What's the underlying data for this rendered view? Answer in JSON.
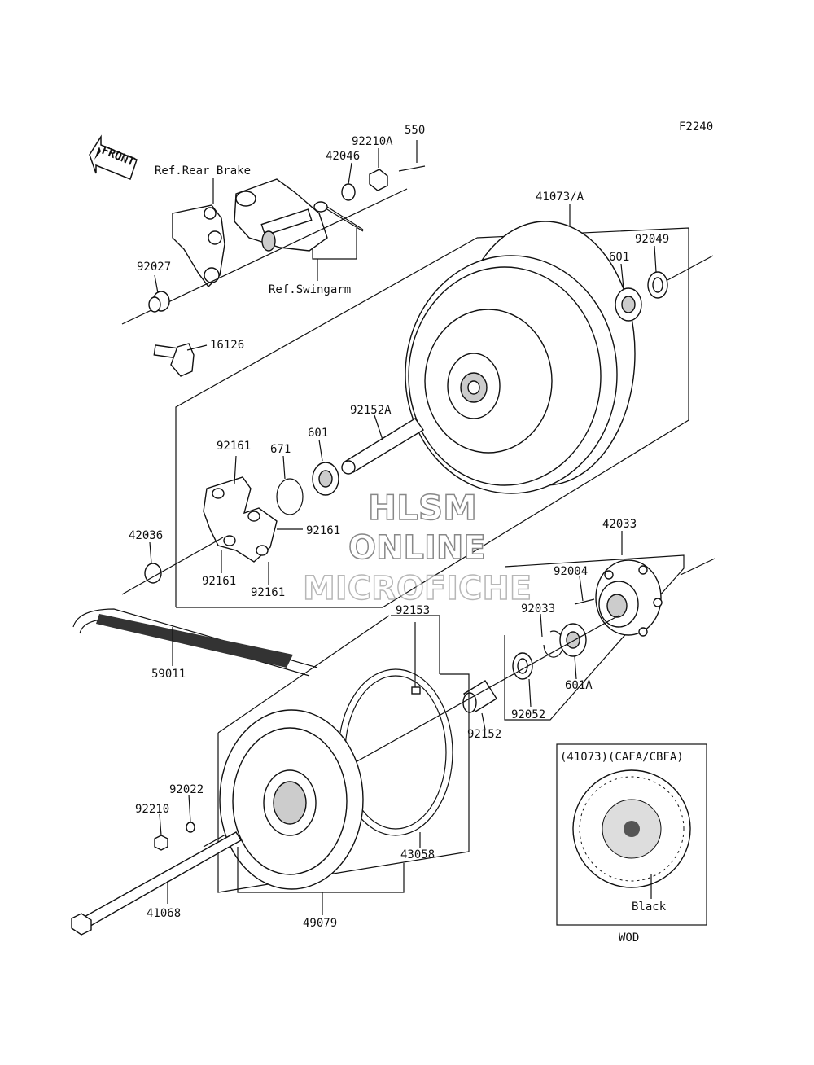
{
  "figure_code": "F2240",
  "front_label": "FRONT",
  "refs": {
    "rear_brake": "Ref.Rear Brake",
    "swingarm": "Ref.Swingarm"
  },
  "parts": {
    "p92210A": "92210A",
    "p550": "550",
    "p42046": "42046",
    "p41073A": "41073/A",
    "p92049": "92049",
    "p601_top": "601",
    "p92027": "92027",
    "p16126": "16126",
    "p92152A": "92152A",
    "p601_mid": "601",
    "p671": "671",
    "p92161_a": "92161",
    "p92161_b": "92161",
    "p92161_c": "92161",
    "p92161_d": "92161",
    "p42036": "42036",
    "p42033": "42033",
    "p92004": "92004",
    "p92033": "92033",
    "p601A": "601A",
    "p92052": "92052",
    "p92152": "92152",
    "p92153": "92153",
    "p59011": "59011",
    "p92022": "92022",
    "p92210": "92210",
    "p43058": "43058",
    "p41068": "41068",
    "p49079": "49079"
  },
  "inset": {
    "title": "(41073)(CAFA/CBFA)",
    "color_label": "Black",
    "caption": "WOD"
  },
  "watermark": {
    "line1": "HLSM",
    "line2": "ONLINE",
    "line3": "MICROFICHE"
  }
}
